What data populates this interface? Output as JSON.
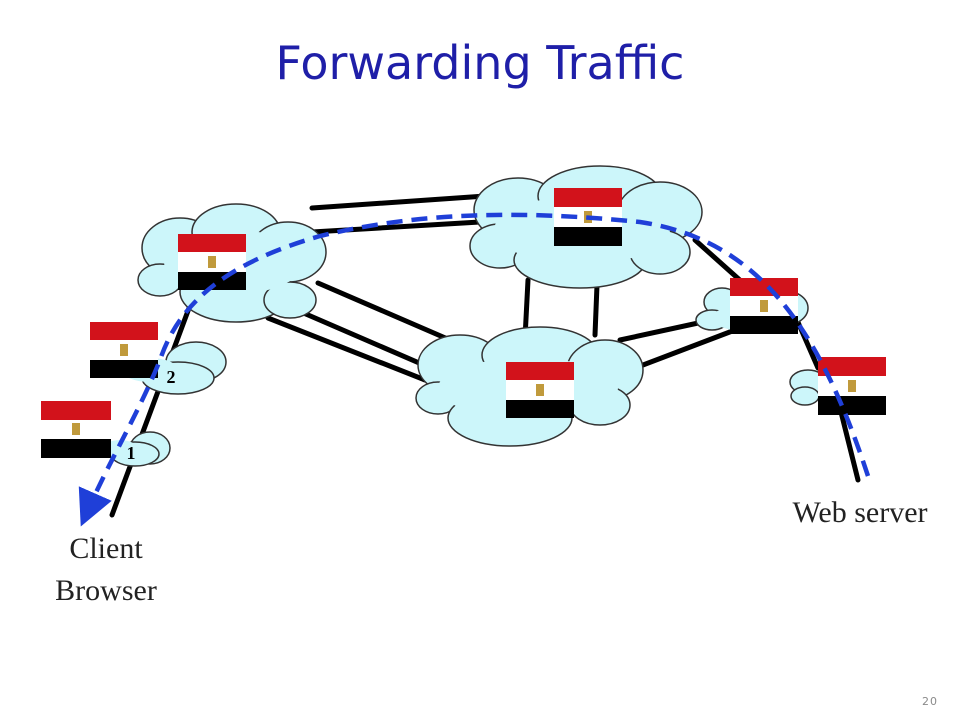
{
  "slide": {
    "title": "Forwarding Traffic",
    "page_number": "20"
  },
  "labels": {
    "client": [
      "Client",
      "Browser"
    ],
    "server": "Web server",
    "hop_1": "1",
    "hop_2": "2"
  },
  "colors": {
    "title": "#1f1fa8",
    "cloud_fill": "#ccf6fa",
    "cloud_stroke": "#333333",
    "link": "#000000",
    "path_arrow": "#1f3fd8",
    "flag_red": "#d2121b",
    "flag_white": "#ffffff",
    "flag_black": "#000000",
    "eagle": "#c09a3c"
  },
  "icons": {
    "router": "egypt-flag-icon",
    "network": "cloud-icon"
  }
}
